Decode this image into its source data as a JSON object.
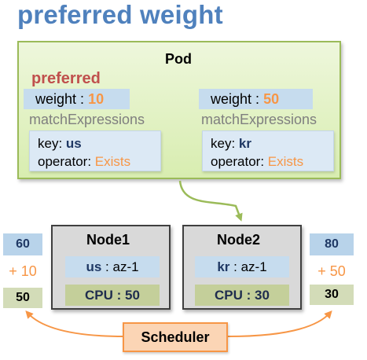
{
  "title": "preferred weight",
  "pod": {
    "label": "Pod",
    "preferred_label": "preferred",
    "rules": [
      {
        "weight_label": "weight :",
        "weight_value": "10",
        "match_label": "matchExpressions",
        "key_label": "key:",
        "key_value": "us",
        "operator_label": "operator:",
        "operator_value": "Exists"
      },
      {
        "weight_label": "weight :",
        "weight_value": "50",
        "match_label": "matchExpressions",
        "key_label": "key:",
        "key_value": "kr",
        "operator_label": "operator:",
        "operator_value": "Exists"
      }
    ]
  },
  "nodes": [
    {
      "name": "Node1",
      "zone_key": "us",
      "zone_sep": ":",
      "zone_value": "az-1",
      "cpu_text": "CPU : 50",
      "score_initial": "60",
      "score_bonus": "+ 10",
      "score_cpu": "50"
    },
    {
      "name": "Node2",
      "zone_key": "kr",
      "zone_sep": ":",
      "zone_value": "az-1",
      "cpu_text": "CPU : 30",
      "score_initial": "80",
      "score_bonus": "+ 50",
      "score_cpu": "30"
    }
  ],
  "scheduler_label": "Scheduler",
  "colors": {
    "title": "#4f81bd",
    "pod_border": "#9bbb59",
    "preferred": "#c0504d",
    "accent_orange": "#f79646",
    "key_dark_blue": "#1f3864"
  }
}
